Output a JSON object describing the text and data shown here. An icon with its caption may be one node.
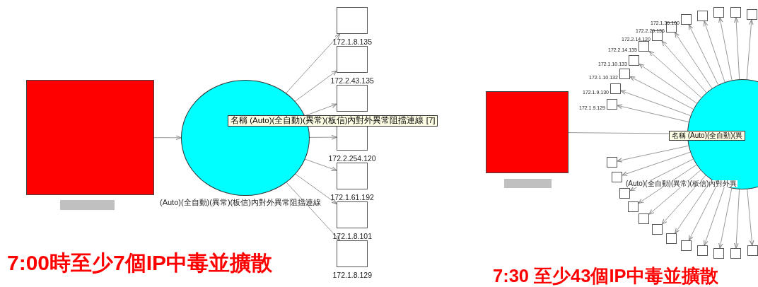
{
  "diagram": {
    "nodes": [
      {
        "text": [],
        "shape": "box"
      },
      {
        "text": [],
        "shape": "circle",
        "beside": [
          "(Auto)(全自動)(異常)(板信)內對外異常阻擋連線"
        ]
      },
      {
        "text": [],
        "shape": "box",
        "beside": [
          "172.1.8.135"
        ]
      },
      {
        "text": [],
        "shape": "box",
        "beside": [
          "172.2.43.135"
        ]
      },
      {
        "text": [],
        "shape": "box"
      },
      {
        "text": [],
        "shape": "box",
        "beside": [
          "172.2.254.120"
        ]
      },
      {
        "text": [],
        "shape": "box",
        "beside": [
          "172.1.61.192"
        ]
      },
      {
        "text": [],
        "shape": "box",
        "beside": [
          "172.1.8.101"
        ]
      },
      {
        "text": [],
        "shape": "box",
        "beside": [
          "172.1.8.129"
        ]
      },
      {
        "text": [],
        "shape": "box"
      },
      {
        "text": [],
        "shape": "circle"
      },
      {
        "text": [],
        "shape": "box",
        "beside": [
          "172.1.9.129"
        ]
      },
      {
        "text": [],
        "shape": "box",
        "beside": [
          "172.1.9.130"
        ]
      },
      {
        "text": [],
        "shape": "box",
        "beside": [
          "172.1.10.132"
        ]
      },
      {
        "text": [],
        "shape": "box",
        "beside": [
          "172.1.10.133"
        ]
      },
      {
        "text": [],
        "shape": "box",
        "beside": [
          "172.2.14.135"
        ]
      },
      {
        "text": [],
        "shape": "box",
        "beside": [
          "172.2.14.120"
        ]
      },
      {
        "text": [],
        "shape": "box",
        "beside": [
          "172.2.20.136"
        ]
      },
      {
        "text": [],
        "shape": "box",
        "beside": [
          "172.1.36.100"
        ]
      },
      {
        "text": [],
        "shape": "box"
      },
      {
        "text": [],
        "shape": "box"
      },
      {
        "text": [],
        "shape": "box"
      },
      {
        "text": [],
        "shape": "box"
      },
      {
        "text": [],
        "shape": "box"
      },
      {
        "text": [],
        "shape": "box"
      },
      {
        "text": [],
        "shape": "box"
      },
      {
        "text": [],
        "shape": "box"
      },
      {
        "text": [],
        "shape": "box"
      },
      {
        "text": [],
        "shape": "box"
      },
      {
        "text": [],
        "shape": "box"
      },
      {
        "text": [],
        "shape": "box"
      },
      {
        "text": [],
        "shape": "box"
      },
      {
        "text": [],
        "shape": "box"
      },
      {
        "text": [],
        "shape": "box"
      },
      {
        "text": [],
        "shape": "box"
      },
      {
        "text": [],
        "shape": "bar"
      },
      {
        "text": [],
        "shape": "bar"
      }
    ],
    "edges": [
      {
        "from": 0,
        "to": 1,
        "arrow": "to"
      },
      {
        "from": 1,
        "to": 2,
        "arrow": "to"
      },
      {
        "from": 1,
        "to": 3,
        "arrow": "to"
      },
      {
        "from": 1,
        "to": 4,
        "arrow": "to"
      },
      {
        "from": 1,
        "to": 5,
        "arrow": "to"
      },
      {
        "from": 1,
        "to": 6,
        "arrow": "to"
      },
      {
        "from": 1,
        "to": 7,
        "arrow": "to"
      },
      {
        "from": 1,
        "to": 8,
        "arrow": "to"
      },
      {
        "from": 9,
        "to": 10,
        "arrow": "to"
      },
      {
        "from": 10,
        "to": 11,
        "arrow": "to"
      },
      {
        "from": 10,
        "to": 12,
        "arrow": "to"
      },
      {
        "from": 10,
        "to": 13,
        "arrow": "to"
      },
      {
        "from": 10,
        "to": 14,
        "arrow": "to"
      },
      {
        "from": 10,
        "to": 15,
        "arrow": "to"
      },
      {
        "from": 10,
        "to": 16,
        "arrow": "to"
      },
      {
        "from": 10,
        "to": 17,
        "arrow": "to"
      },
      {
        "from": 10,
        "to": 18,
        "arrow": "to"
      },
      {
        "from": 10,
        "to": 19,
        "arrow": "to"
      },
      {
        "from": 10,
        "to": 20,
        "arrow": "to"
      },
      {
        "from": 10,
        "to": 21,
        "arrow": "to"
      },
      {
        "from": 10,
        "to": 22,
        "arrow": "to"
      },
      {
        "from": 10,
        "to": 23,
        "arrow": "to"
      },
      {
        "from": 10,
        "to": 24,
        "arrow": "to"
      },
      {
        "from": 10,
        "to": 25,
        "arrow": "to"
      },
      {
        "from": 10,
        "to": 26,
        "arrow": "to"
      },
      {
        "from": 10,
        "to": 27,
        "arrow": "to"
      },
      {
        "from": 10,
        "to": 28,
        "arrow": "to"
      },
      {
        "from": 10,
        "to": 29,
        "arrow": "to"
      },
      {
        "from": 10,
        "to": 30,
        "arrow": "to"
      },
      {
        "from": 10,
        "to": 31,
        "arrow": "to"
      },
      {
        "from": 10,
        "to": 32,
        "arrow": "to"
      },
      {
        "from": 10,
        "to": 33,
        "arrow": "to"
      },
      {
        "from": 10,
        "to": 34,
        "arrow": "to"
      }
    ],
    "labels": [
      "名稱 (Auto)(全自動)(異常)(板信)內對外異常阻擋連線 [7]",
      "名稱 (Auto)(全自動)(異",
      "(Auto)(全自動)(異常)(板信)內對外異",
      "7:00時至少7個IP中毒並擴散",
      "7:30 至少43個IP中毒並擴散"
    ]
  }
}
